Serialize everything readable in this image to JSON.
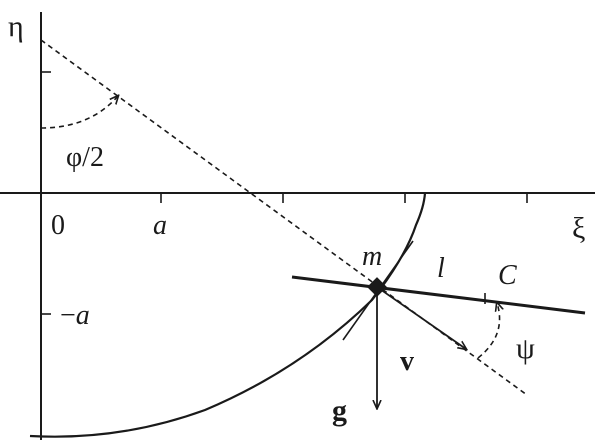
{
  "labels": {
    "eta_axis": "η",
    "xi_axis": "ξ",
    "origin": "0",
    "a_tick": "a",
    "minus": "−",
    "neg_a_tick": "a",
    "half_angle": "φ/2",
    "mass": "m",
    "length": "l",
    "curve": "C",
    "angle_psi": "ψ",
    "velocity": "v",
    "gravity": "g"
  },
  "colors": {
    "ink": "#1a1a1a",
    "background": "#ffffff"
  }
}
